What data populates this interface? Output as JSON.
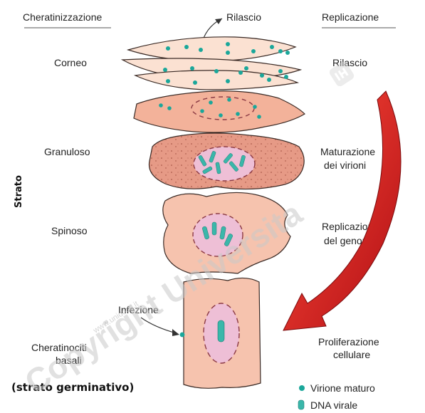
{
  "headers": {
    "left": "Cheratinizzazione",
    "center": "Rilascio",
    "right": "Replicazione"
  },
  "left_labels": {
    "corneo": "Corneo",
    "granuloso": "Granuloso",
    "strato": "Strato",
    "spinoso": "Spinoso",
    "basali_1": "Cheratinociti",
    "basali_2": "basali",
    "germinativo": "(strato germinativo)"
  },
  "right_labels": {
    "rilascio": "Rilascio",
    "maturazione_1": "Maturazione",
    "maturazione_2": "dei virioni",
    "replicazione_1": "Replicazione",
    "replicazione_2": "del genoma",
    "proliferazione_1": "Proliferazione",
    "proliferazione_2": "cellulare"
  },
  "annotations": {
    "infezione": "Infezione"
  },
  "legend": {
    "virione": "Virione maturo",
    "dna": "DNA virale"
  },
  "watermark": {
    "main": "Copyright Universita",
    "small": "www.unidocs.it"
  },
  "colors": {
    "cell_fill": "#f6c3ae",
    "cell_dark": "#e79a84",
    "nucleus_fill": "#eebfd6",
    "virion": "#1aa79a",
    "arrow_red": "#d6181e"
  }
}
